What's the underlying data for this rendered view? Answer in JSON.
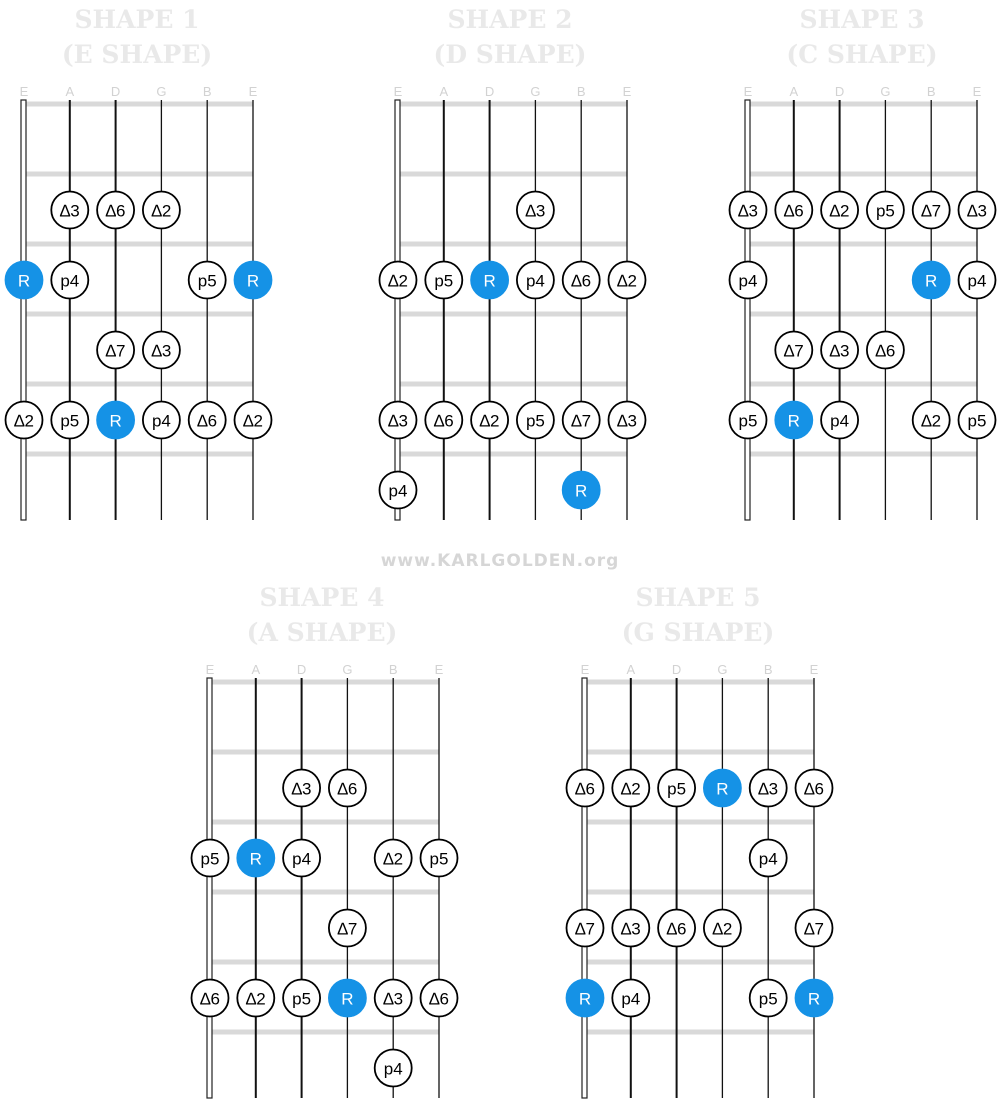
{
  "watermark": "www.KARLGOLDEN.org",
  "colors": {
    "root_fill": "#1592e6",
    "note_stroke": "#000000",
    "fret_line": "#d9d9d9",
    "string_line": "#111111",
    "title": "#e9e9e9",
    "string_label": "#d2d2d2"
  },
  "string_names": [
    "E",
    "A",
    "D",
    "G",
    "B",
    "E"
  ],
  "shapes": [
    {
      "title_line1": "SHAPE 1",
      "title_line2": "(E SHAPE)",
      "rows": [
        [
          "",
          "",
          "",
          "",
          "",
          ""
        ],
        [
          "",
          "∆3",
          "∆6",
          "∆2",
          "",
          ""
        ],
        [
          "R",
          "p4",
          "",
          "",
          "p5",
          "R"
        ],
        [
          "",
          "",
          "∆7",
          "∆3",
          "",
          ""
        ],
        [
          "∆2",
          "p5",
          "R",
          "p4",
          "∆6",
          "∆2"
        ],
        [
          "",
          "",
          "",
          "",
          "",
          ""
        ]
      ]
    },
    {
      "title_line1": "SHAPE 2",
      "title_line2": "(D SHAPE)",
      "rows": [
        [
          "",
          "",
          "",
          "",
          "",
          ""
        ],
        [
          "",
          "",
          "",
          "∆3",
          "",
          ""
        ],
        [
          "∆2",
          "p5",
          "R",
          "p4",
          "∆6",
          "∆2"
        ],
        [
          "",
          "",
          "",
          "",
          "",
          ""
        ],
        [
          "∆3",
          "∆6",
          "∆2",
          "p5",
          "∆7",
          "∆3"
        ],
        [
          "p4",
          "",
          "",
          "",
          "R",
          ""
        ]
      ]
    },
    {
      "title_line1": "SHAPE 3",
      "title_line2": "(C SHAPE)",
      "rows": [
        [
          "",
          "",
          "",
          "",
          "",
          ""
        ],
        [
          "∆3",
          "∆6",
          "∆2",
          "p5",
          "∆7",
          "∆3"
        ],
        [
          "p4",
          "",
          "",
          "",
          "R",
          "p4"
        ],
        [
          "",
          "∆7",
          "∆3",
          "∆6",
          "",
          ""
        ],
        [
          "p5",
          "R",
          "p4",
          "",
          "∆2",
          "p5"
        ],
        [
          "",
          "",
          "",
          "",
          "",
          ""
        ]
      ]
    },
    {
      "title_line1": "SHAPE 4",
      "title_line2": "(A SHAPE)",
      "rows": [
        [
          "",
          "",
          "",
          "",
          "",
          ""
        ],
        [
          "",
          "",
          "∆3",
          "∆6",
          "",
          ""
        ],
        [
          "p5",
          "R",
          "p4",
          "",
          "∆2",
          "p5"
        ],
        [
          "",
          "",
          "",
          "∆7",
          "",
          ""
        ],
        [
          "∆6",
          "∆2",
          "p5",
          "R",
          "∆3",
          "∆6"
        ],
        [
          "",
          "",
          "",
          "",
          "p4",
          ""
        ]
      ]
    },
    {
      "title_line1": "SHAPE 5",
      "title_line2": "(G SHAPE)",
      "rows": [
        [
          "",
          "",
          "",
          "",
          "",
          ""
        ],
        [
          "∆6",
          "∆2",
          "p5",
          "R",
          "∆3",
          "∆6"
        ],
        [
          "",
          "",
          "",
          "",
          "p4",
          ""
        ],
        [
          "∆7",
          "∆3",
          "∆6",
          "∆2",
          "",
          "∆7"
        ],
        [
          "R",
          "p4",
          "",
          "",
          "p5",
          "R"
        ],
        [
          "",
          "",
          "",
          "",
          "",
          ""
        ]
      ]
    }
  ]
}
